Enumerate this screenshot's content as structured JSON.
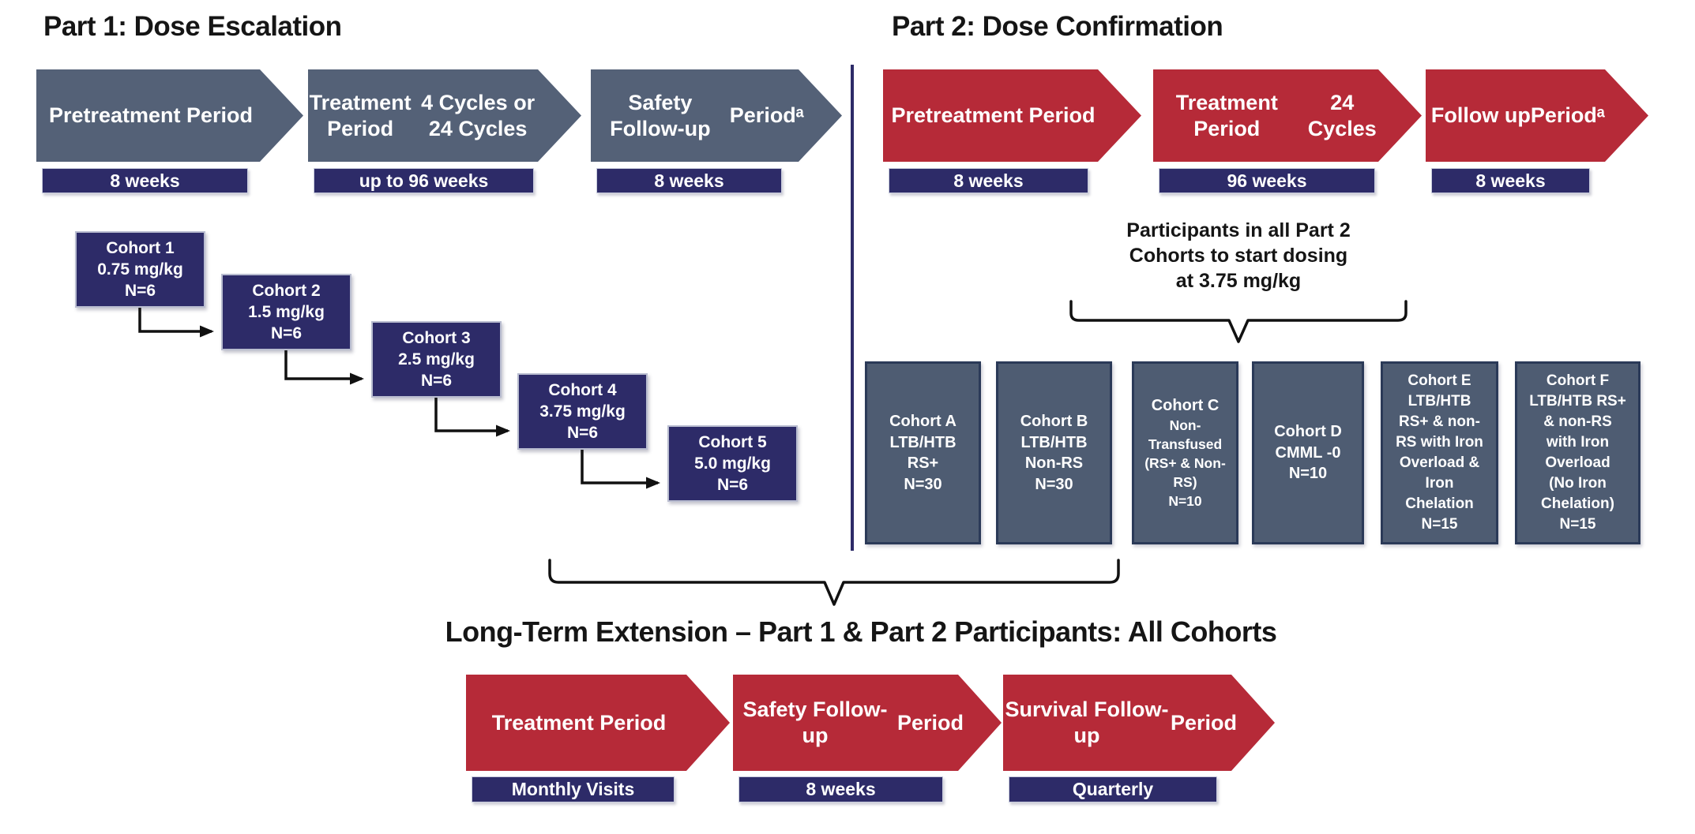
{
  "colors": {
    "steel": "#546177",
    "steel_box": "#4e5c72",
    "navy": "#2d2b68",
    "red": "#b62a38",
    "text_dark": "#151515",
    "text_light": "#ffffff"
  },
  "part1": {
    "title": "Part 1: Dose Escalation",
    "stages": [
      {
        "label_lines": [
          "Pretreatment Period"
        ],
        "duration": "8 weeks"
      },
      {
        "label_lines": [
          "Treatment Period",
          "4 Cycles or 24 Cycles"
        ],
        "duration": "up to 96 weeks"
      },
      {
        "label_lines": [
          "Safety Follow-up",
          "Periodᵃ"
        ],
        "duration": "8 weeks"
      }
    ],
    "cohorts": [
      {
        "lines": [
          "Cohort 1",
          "0.75 mg/kg",
          "N=6"
        ]
      },
      {
        "lines": [
          "Cohort 2",
          "1.5 mg/kg",
          "N=6"
        ]
      },
      {
        "lines": [
          "Cohort 3",
          "2.5 mg/kg",
          "N=6"
        ]
      },
      {
        "lines": [
          "Cohort 4",
          "3.75 mg/kg",
          "N=6"
        ]
      },
      {
        "lines": [
          "Cohort 5",
          "5.0 mg/kg",
          "N=6"
        ]
      }
    ]
  },
  "part2": {
    "title": "Part 2: Dose Confirmation",
    "stages": [
      {
        "label_lines": [
          "Pretreatment Period"
        ],
        "duration": "8 weeks"
      },
      {
        "label_lines": [
          "Treatment Period",
          "24 Cycles"
        ],
        "duration": "96 weeks"
      },
      {
        "label_lines": [
          "Follow up",
          "Periodᵃ"
        ],
        "duration": "8 weeks"
      }
    ],
    "note_lines": [
      "Participants in all Part 2",
      "Cohorts to start dosing",
      "at 3.75 mg/kg"
    ],
    "cohorts": [
      {
        "lines": [
          "Cohort A",
          "LTB/HTB",
          "RS+",
          "N=30"
        ]
      },
      {
        "lines": [
          "Cohort B",
          "LTB/HTB",
          "Non-RS",
          "N=30"
        ]
      },
      {
        "lines": [
          "Cohort C",
          "Non-",
          "Transfused",
          "(RS+ & Non-",
          "RS)",
          "N=10"
        ]
      },
      {
        "lines": [
          "Cohort D",
          "CMML -0",
          "N=10"
        ]
      },
      {
        "lines": [
          "Cohort E",
          "LTB/HTB",
          "RS+ & non-",
          "RS with Iron",
          "Overload &",
          "Iron",
          "Chelation",
          "N=15"
        ]
      },
      {
        "lines": [
          "Cohort F",
          "LTB/HTB RS+",
          "& non-RS",
          "with Iron",
          "Overload",
          "(No Iron",
          "Chelation)",
          "N=15"
        ]
      }
    ]
  },
  "long_term_extension": {
    "title": "Long-Term Extension – Part 1 & Part 2 Participants: All Cohorts",
    "stages": [
      {
        "label_lines": [
          "Treatment Period"
        ],
        "duration": "Monthly Visits"
      },
      {
        "label_lines": [
          "Safety Follow-up",
          "Period"
        ],
        "duration": "8 weeks"
      },
      {
        "label_lines": [
          "Survival Follow-up",
          "Period"
        ],
        "duration": "Quarterly"
      }
    ]
  }
}
